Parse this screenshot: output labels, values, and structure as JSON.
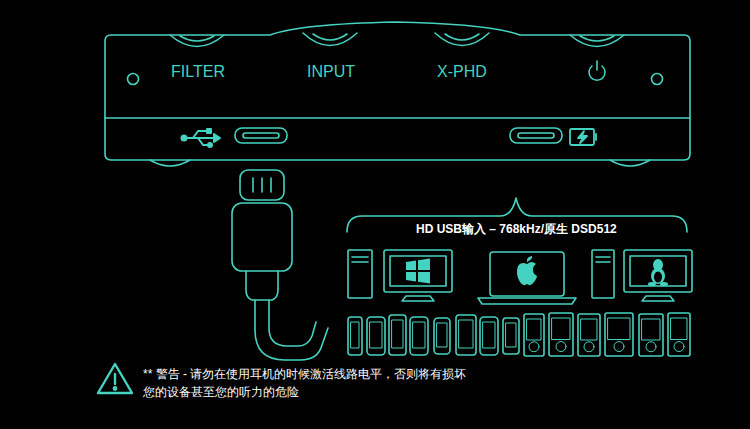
{
  "diagram": {
    "labels": [
      "FILTER",
      "INPUT",
      "X-PHD",
      "HD USB输入 – 768kHz/原生 DSD512",
      "** 警告 - 请勿在使用耳机的时候激活线路电平，否则将有损坏您的设备甚至您的听力的危险"
    ]
  }
}
